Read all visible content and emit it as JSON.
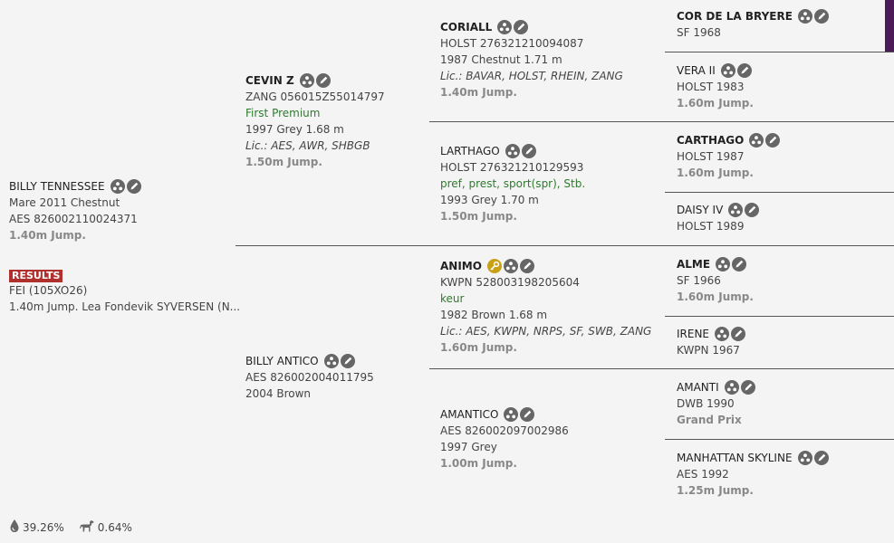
{
  "horse": {
    "name": "BILLY TENNESSEE",
    "info": "Mare 2011 Chestnut",
    "reg": "AES 826002110024371",
    "level": "1.40m Jump.",
    "results_badge": "RESULTS",
    "fei": "FEI (105XO26)",
    "result": "1.40m Jump. Lea Fondevik SYVERSEN (N...",
    "blood_pct": "39.26%",
    "horse_pct": "0.64%"
  },
  "sire": {
    "name": "CEVIN Z",
    "reg": "ZANG 056015Z55014797",
    "premium": "First Premium",
    "info": "1997 Grey 1.68 m",
    "lic": "Lic.: AES, AWR, SHBGB",
    "level": "1.50m Jump."
  },
  "dam": {
    "name": "BILLY ANTICO",
    "reg": "AES 826002004011795",
    "info": "2004 Brown"
  },
  "ss": {
    "name": "CORIALL",
    "reg": "HOLST 276321210094087",
    "info": "1987 Chestnut 1.71 m",
    "lic": "Lic.: BAVAR, HOLST, RHEIN, ZANG",
    "level": "1.40m Jump."
  },
  "sd": {
    "name": "LARTHAGO",
    "reg": "HOLST 276321210129593",
    "pref": "pref, prest, sport(spr), Stb.",
    "info": "1993 Grey 1.70 m",
    "level": "1.50m Jump."
  },
  "ds": {
    "name": "ANIMO",
    "reg": "KWPN 528003198205604",
    "keur": "keur",
    "info": "1982 Brown 1.68 m",
    "lic": "Lic.: AES, KWPN, NRPS, SF, SWB, ZANG",
    "level": "1.60m Jump."
  },
  "dd": {
    "name": "AMANTICO",
    "reg": "AES 826002097002986",
    "info": "1997 Grey",
    "level": "1.00m Jump."
  },
  "g1": {
    "name": "COR DE LA BRYERE",
    "info": "SF 1968"
  },
  "g2": {
    "name": "VERA II",
    "info": "HOLST 1983",
    "level": "1.60m Jump."
  },
  "g3": {
    "name": "CARTHAGO",
    "info": "HOLST 1987",
    "level": "1.60m Jump."
  },
  "g4": {
    "name": "DAISY IV",
    "info": "HOLST 1989"
  },
  "g5": {
    "name": "ALME",
    "info": "SF 1966",
    "level": "1.60m Jump."
  },
  "g6": {
    "name": "IRENE",
    "info": "KWPN 1967"
  },
  "g7": {
    "name": "AMANTI",
    "info": "DWB 1990",
    "level": "Grand Prix"
  },
  "g8": {
    "name": "MANHATTAN SKYLINE",
    "info": "AES 1992",
    "level": "1.25m Jump."
  },
  "icons": {
    "family": "family-tree-icon",
    "edit": "pencil-icon",
    "key": "key-icon",
    "blood": "drop-icon",
    "horse": "horse-icon"
  }
}
